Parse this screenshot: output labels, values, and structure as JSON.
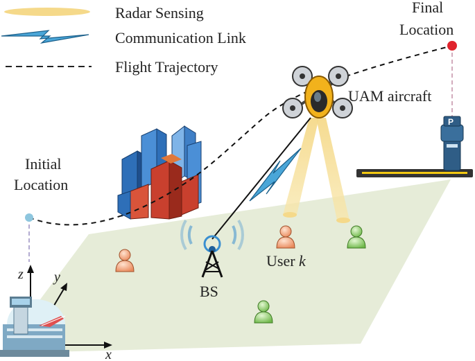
{
  "legend": {
    "radar_label": "Radar Sensing",
    "comm_label": "Communication Link",
    "traj_label": "Flight Trajectory"
  },
  "labels": {
    "final_line1": "Final",
    "final_line2": "Location",
    "initial_line1": "Initial",
    "initial_line2": "Location",
    "uam": "UAM aircraft",
    "user_prefix": "User",
    "user_var": "k",
    "bs": "BS",
    "axis_x": "x",
    "axis_y": "y",
    "axis_z": "z",
    "parking_sign": "P"
  },
  "colors": {
    "ground": "#e6ecd8",
    "radar_beam": "#f5d98a",
    "comm_link": "#4aa6d8",
    "start_point": "#8ec6de",
    "end_point": "#e0232c",
    "uam_body": "#f2b21c",
    "user_orange": "#f2a27a",
    "user_green": "#8fcf6e",
    "bs_waves": "#3a8fd0"
  }
}
